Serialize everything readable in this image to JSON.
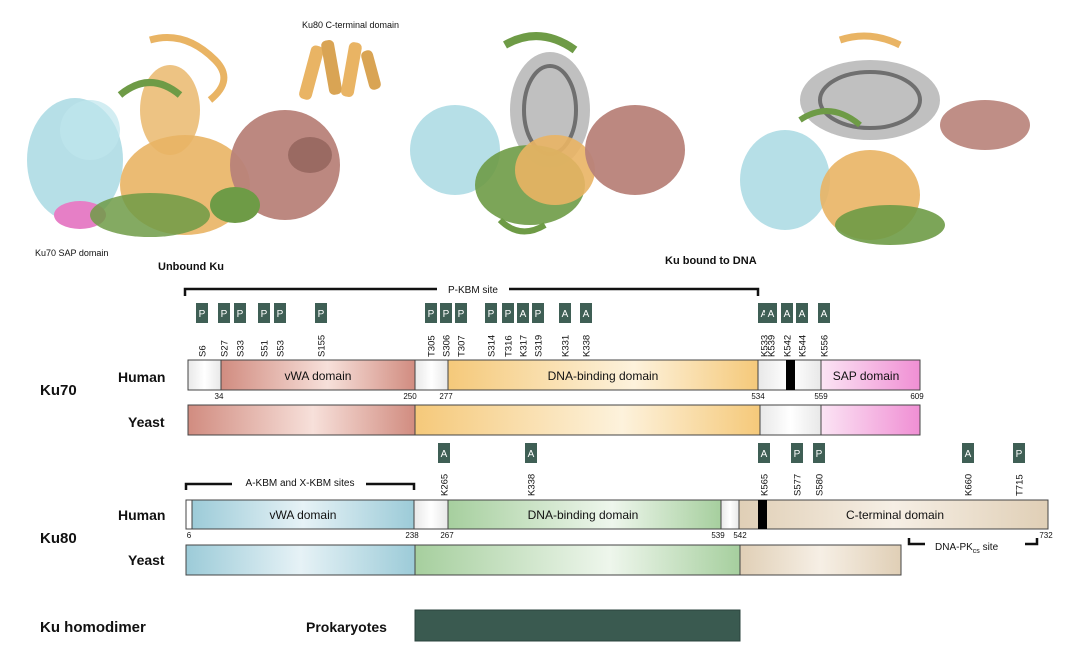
{
  "structures": {
    "ku80_c_terminal_label": "Ku80 C-terminal domain",
    "ku70_sap_label": "Ku70 SAP domain",
    "unbound_caption": "Unbound Ku",
    "bound_caption": "Ku bound to DNA"
  },
  "colors": {
    "vwa": "#d18c80",
    "dna_binding_ku70": "#f5c97a",
    "sap": "#f08fd4",
    "vwa_ku80": "#9ccbd8",
    "dna_binding_ku80": "#a6cf9e",
    "c_terminal": "#e0cfb6",
    "marker": "#3f5f55",
    "prokaryote_bar": "#3a5a50",
    "struct_cyan": "#a9d9e3",
    "struct_green": "#6e9b46",
    "struct_orange": "#e9b464",
    "struct_brown": "#b88279",
    "struct_pink": "#e67fc6",
    "struct_dna": "#8c8c8c"
  },
  "ku70": {
    "label": "Ku70",
    "human_label": "Human",
    "yeast_label": "Yeast",
    "pkbm_label": "P-KBM site",
    "markers": [
      {
        "type": "P",
        "site": "S6"
      },
      {
        "type": "P",
        "site": "S27"
      },
      {
        "type": "P",
        "site": "S33"
      },
      {
        "type": "P",
        "site": "S51"
      },
      {
        "type": "P",
        "site": "S53"
      },
      {
        "type": "P",
        "site": "S155"
      },
      {
        "type": "P",
        "site": "T305"
      },
      {
        "type": "P",
        "site": "S306"
      },
      {
        "type": "P",
        "site": "T307"
      },
      {
        "type": "P",
        "site": "S314"
      },
      {
        "type": "P",
        "site": "T316"
      },
      {
        "type": "A",
        "site": "K317"
      },
      {
        "type": "P",
        "site": "S319"
      },
      {
        "type": "A",
        "site": "K331"
      },
      {
        "type": "A",
        "site": "K338"
      },
      {
        "type": "A",
        "site": "K533"
      },
      {
        "type": "A",
        "site": "K539"
      },
      {
        "type": "A",
        "site": "K542"
      },
      {
        "type": "A",
        "site": "K544"
      },
      {
        "type": "A",
        "site": "K556"
      }
    ],
    "domains": [
      {
        "name": "vWA domain",
        "start": 34,
        "end": 250
      },
      {
        "name": "DNA-binding domain",
        "start": 277,
        "end": 534
      },
      {
        "name": "SAP domain",
        "start": 559,
        "end": 609
      }
    ],
    "positions": [
      "34",
      "250",
      "277",
      "534",
      "559",
      "609"
    ]
  },
  "ku80": {
    "label": "Ku80",
    "human_label": "Human",
    "yeast_label": "Yeast",
    "akbm_label": "A-KBM and X-KBM sites",
    "dnapk_label_main": "DNA-PK",
    "dnapk_label_sub": "cs",
    "dnapk_label_end": " site",
    "markers": [
      {
        "type": "A",
        "site": "K265"
      },
      {
        "type": "A",
        "site": "K338"
      },
      {
        "type": "A",
        "site": "K565"
      },
      {
        "type": "P",
        "site": "S577"
      },
      {
        "type": "P",
        "site": "S580"
      },
      {
        "type": "A",
        "site": "K660"
      },
      {
        "type": "P",
        "site": "T715"
      }
    ],
    "domains": [
      {
        "name": "vWA domain",
        "start": 6,
        "end": 238
      },
      {
        "name": "DNA-binding domain",
        "start": 267,
        "end": 539
      },
      {
        "name": "C-terminal domain",
        "start": 542,
        "end": 732
      }
    ],
    "positions": [
      "6",
      "238",
      "267",
      "539",
      "542",
      "732"
    ]
  },
  "homodimer": {
    "label": "Ku homodimer",
    "prokaryotes_label": "Prokaryotes"
  }
}
